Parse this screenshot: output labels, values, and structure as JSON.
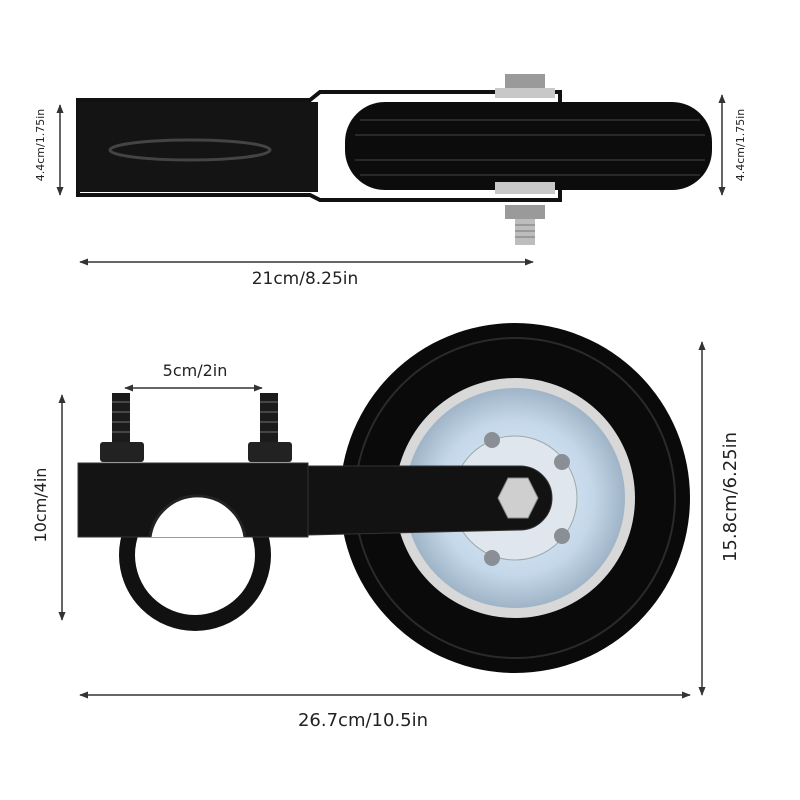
{
  "dimensions": {
    "top_height_left": "4.4cm/1.75in",
    "top_height_right": "4.4cm/1.75in",
    "top_length": "21cm/8.25in",
    "clamp_width": "5cm/2in",
    "clamp_height": "10cm/4in",
    "wheel_diameter": "15.8cm/6.25in",
    "total_length": "26.7cm/10.5in"
  },
  "colors": {
    "metal": "#111111",
    "hub": "#c9dbea",
    "line": "#333333"
  }
}
